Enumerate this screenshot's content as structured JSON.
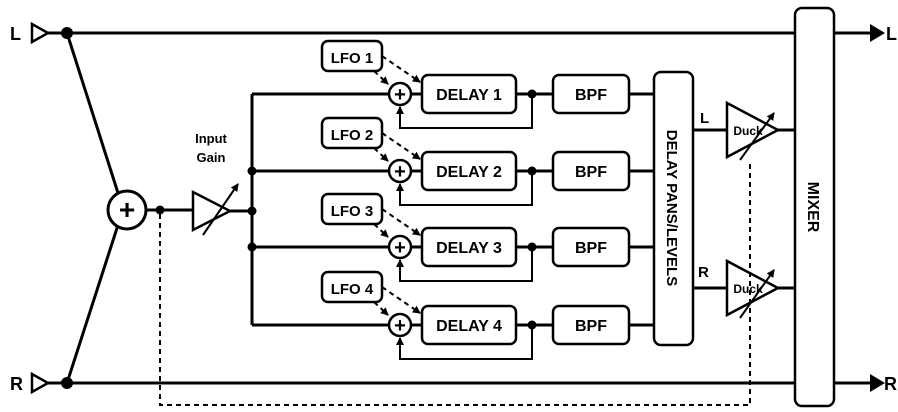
{
  "labels": {
    "in_l": "L",
    "in_r": "R",
    "out_l": "L",
    "out_r": "R",
    "input_gain_1": "Input",
    "input_gain_2": "Gain",
    "delay_pans": "DELAY PANS/LEVELS",
    "mixer": "MIXER",
    "duck": "Duck",
    "bpf": "BPF",
    "pan_l": "L",
    "pan_r": "R"
  },
  "lfos": [
    "LFO 1",
    "LFO 2",
    "LFO 3",
    "LFO 4"
  ],
  "delays": [
    "DELAY 1",
    "DELAY 2",
    "DELAY 3",
    "DELAY 4"
  ],
  "sum_symbol": "+"
}
